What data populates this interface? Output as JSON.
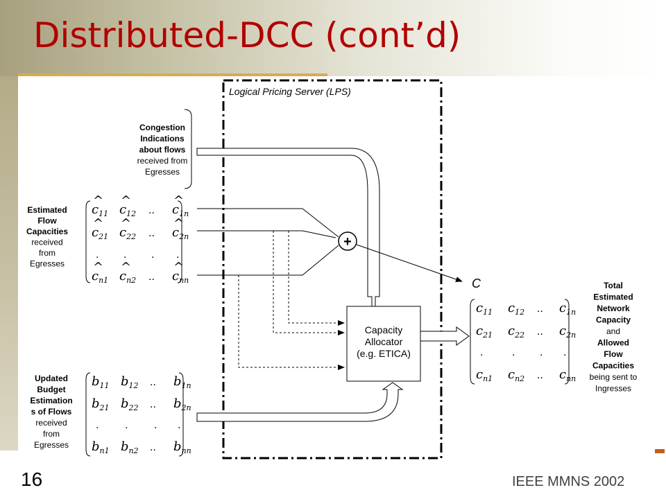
{
  "slide": {
    "title": "Distributed-DCC (cont’d)",
    "number": "16",
    "footer": "IEEE MMNS 2002"
  },
  "diagram": {
    "server_label": "Logical Pricing Server (LPS)",
    "adder_symbol": "+",
    "allocator_lines": [
      "Capacity",
      "Allocator",
      "(e.g. ETICA)"
    ],
    "output_symbol": "C",
    "congestion_label": [
      {
        "text": "Congestion",
        "bold": true
      },
      {
        "text": "Indications",
        "bold": true
      },
      {
        "text": "about flows",
        "bold": true
      },
      {
        "text": "received from",
        "bold": false
      },
      {
        "text": "Egresses",
        "bold": false
      }
    ],
    "capacity_label": [
      {
        "text": "Estimated",
        "bold": true
      },
      {
        "text": "Flow",
        "bold": true
      },
      {
        "text": "Capacities",
        "bold": true
      },
      {
        "text": "received",
        "bold": false
      },
      {
        "text": "from",
        "bold": false
      },
      {
        "text": "Egresses",
        "bold": false
      }
    ],
    "budget_label": [
      {
        "text": "Updated",
        "bold": true
      },
      {
        "text": "Budget",
        "bold": true
      },
      {
        "text": "Estimation",
        "bold": true
      },
      {
        "text": "s of Flows",
        "bold": true
      },
      {
        "text": "received",
        "bold": false
      },
      {
        "text": "from",
        "bold": false
      },
      {
        "text": "Egresses",
        "bold": false
      }
    ],
    "output_label": [
      {
        "text": "Total",
        "bold": true
      },
      {
        "text": "Estimated",
        "bold": true
      },
      {
        "text": "Network",
        "bold": true
      },
      {
        "text": "Capacity",
        "bold": true
      },
      {
        "text": "and",
        "bold": false
      },
      {
        "text": "Allowed",
        "bold": true
      },
      {
        "text": "Flow",
        "bold": true
      },
      {
        "text": "Capacities",
        "bold": true
      },
      {
        "text": "being sent to",
        "bold": false
      },
      {
        "text": "Ingresses",
        "bold": false
      }
    ],
    "matrices": {
      "estimated": {
        "symbol": "c",
        "hat": true,
        "rows": [
          [
            "11",
            "12",
            "1n"
          ],
          [
            "21",
            "22",
            "2n"
          ],
          [
            "n1",
            "n2",
            "nn"
          ]
        ]
      },
      "budget": {
        "symbol": "b",
        "hat": false,
        "rows": [
          [
            "11",
            "12",
            "1n"
          ],
          [
            "21",
            "22",
            "2n"
          ],
          [
            "n1",
            "n2",
            "nn"
          ]
        ]
      },
      "output": {
        "symbol": "c",
        "hat": false,
        "rows": [
          [
            "11",
            "12",
            "1n"
          ],
          [
            "21",
            "22",
            "2n"
          ],
          [
            "n1",
            "n2",
            "nn"
          ]
        ]
      }
    },
    "ellipsis": "..",
    "dot": "."
  }
}
